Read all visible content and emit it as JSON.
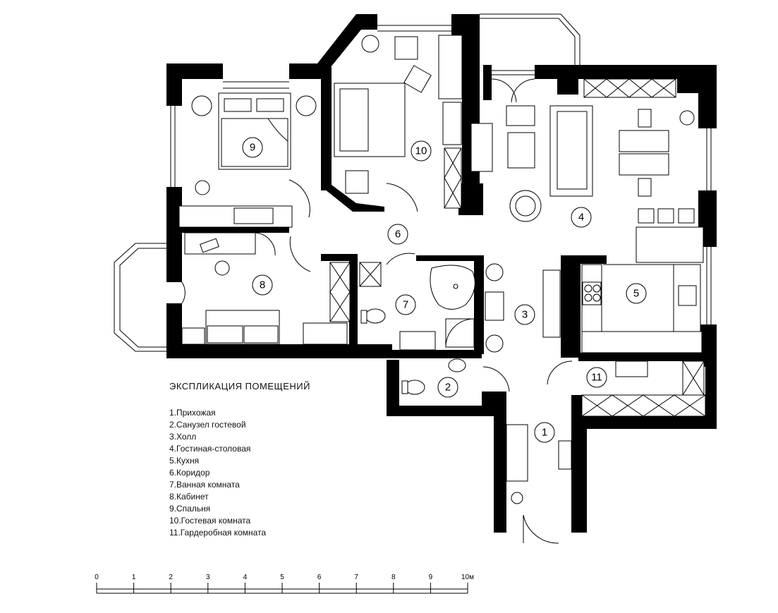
{
  "legend": {
    "title": "ЭКСПЛИКАЦИЯ ПОМЕЩЕНИЙ",
    "items": [
      "1.Прихожая",
      "2.Санузел гостевой",
      "3.Холл",
      "4.Гостиная-столовая",
      "5.Кухня",
      "6.Коридор",
      "7.Ванная комната",
      "8.Кабинет",
      "9.Спальня",
      "10.Гостевая   комната",
      "11.Гардеробная комната"
    ]
  },
  "room_numbers": [
    "1",
    "2",
    "3",
    "4",
    "5",
    "6",
    "7",
    "8",
    "9",
    "10",
    "11"
  ],
  "scale": {
    "ticks": [
      "0",
      "1",
      "2",
      "3",
      "4",
      "5",
      "6",
      "7",
      "8",
      "9",
      "10м"
    ]
  }
}
